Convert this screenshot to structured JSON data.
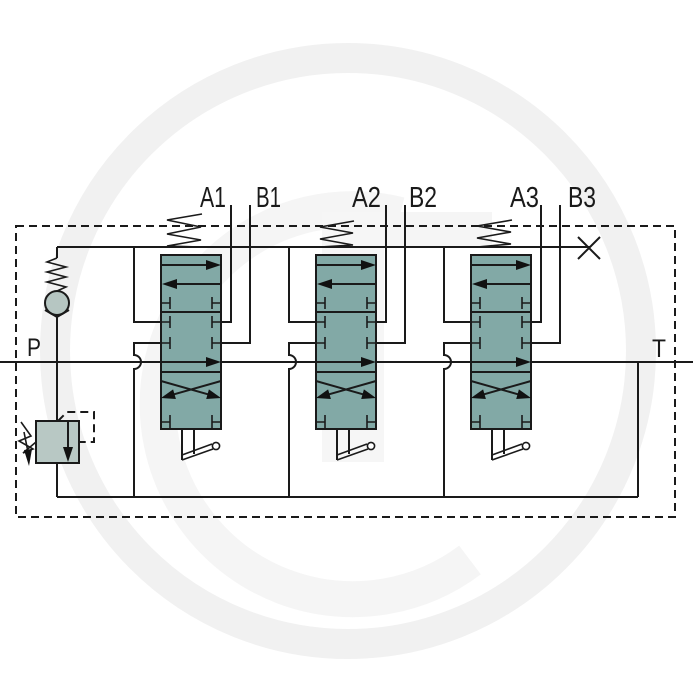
{
  "diagram": {
    "ports": {
      "pressure": "P",
      "tank": "T"
    },
    "sections": [
      {
        "a_port": "A1",
        "b_port": "B1"
      },
      {
        "a_port": "A2",
        "b_port": "B2"
      },
      {
        "a_port": "A3",
        "b_port": "B3"
      }
    ],
    "colors": {
      "line": "#1a1a1a",
      "valve_fill": "#82a9a6",
      "relief_fill": "#b8c8c4",
      "check_ball_fill": "#b6c6c2",
      "watermark": "#f1f1f1",
      "background": "#ffffff"
    }
  }
}
